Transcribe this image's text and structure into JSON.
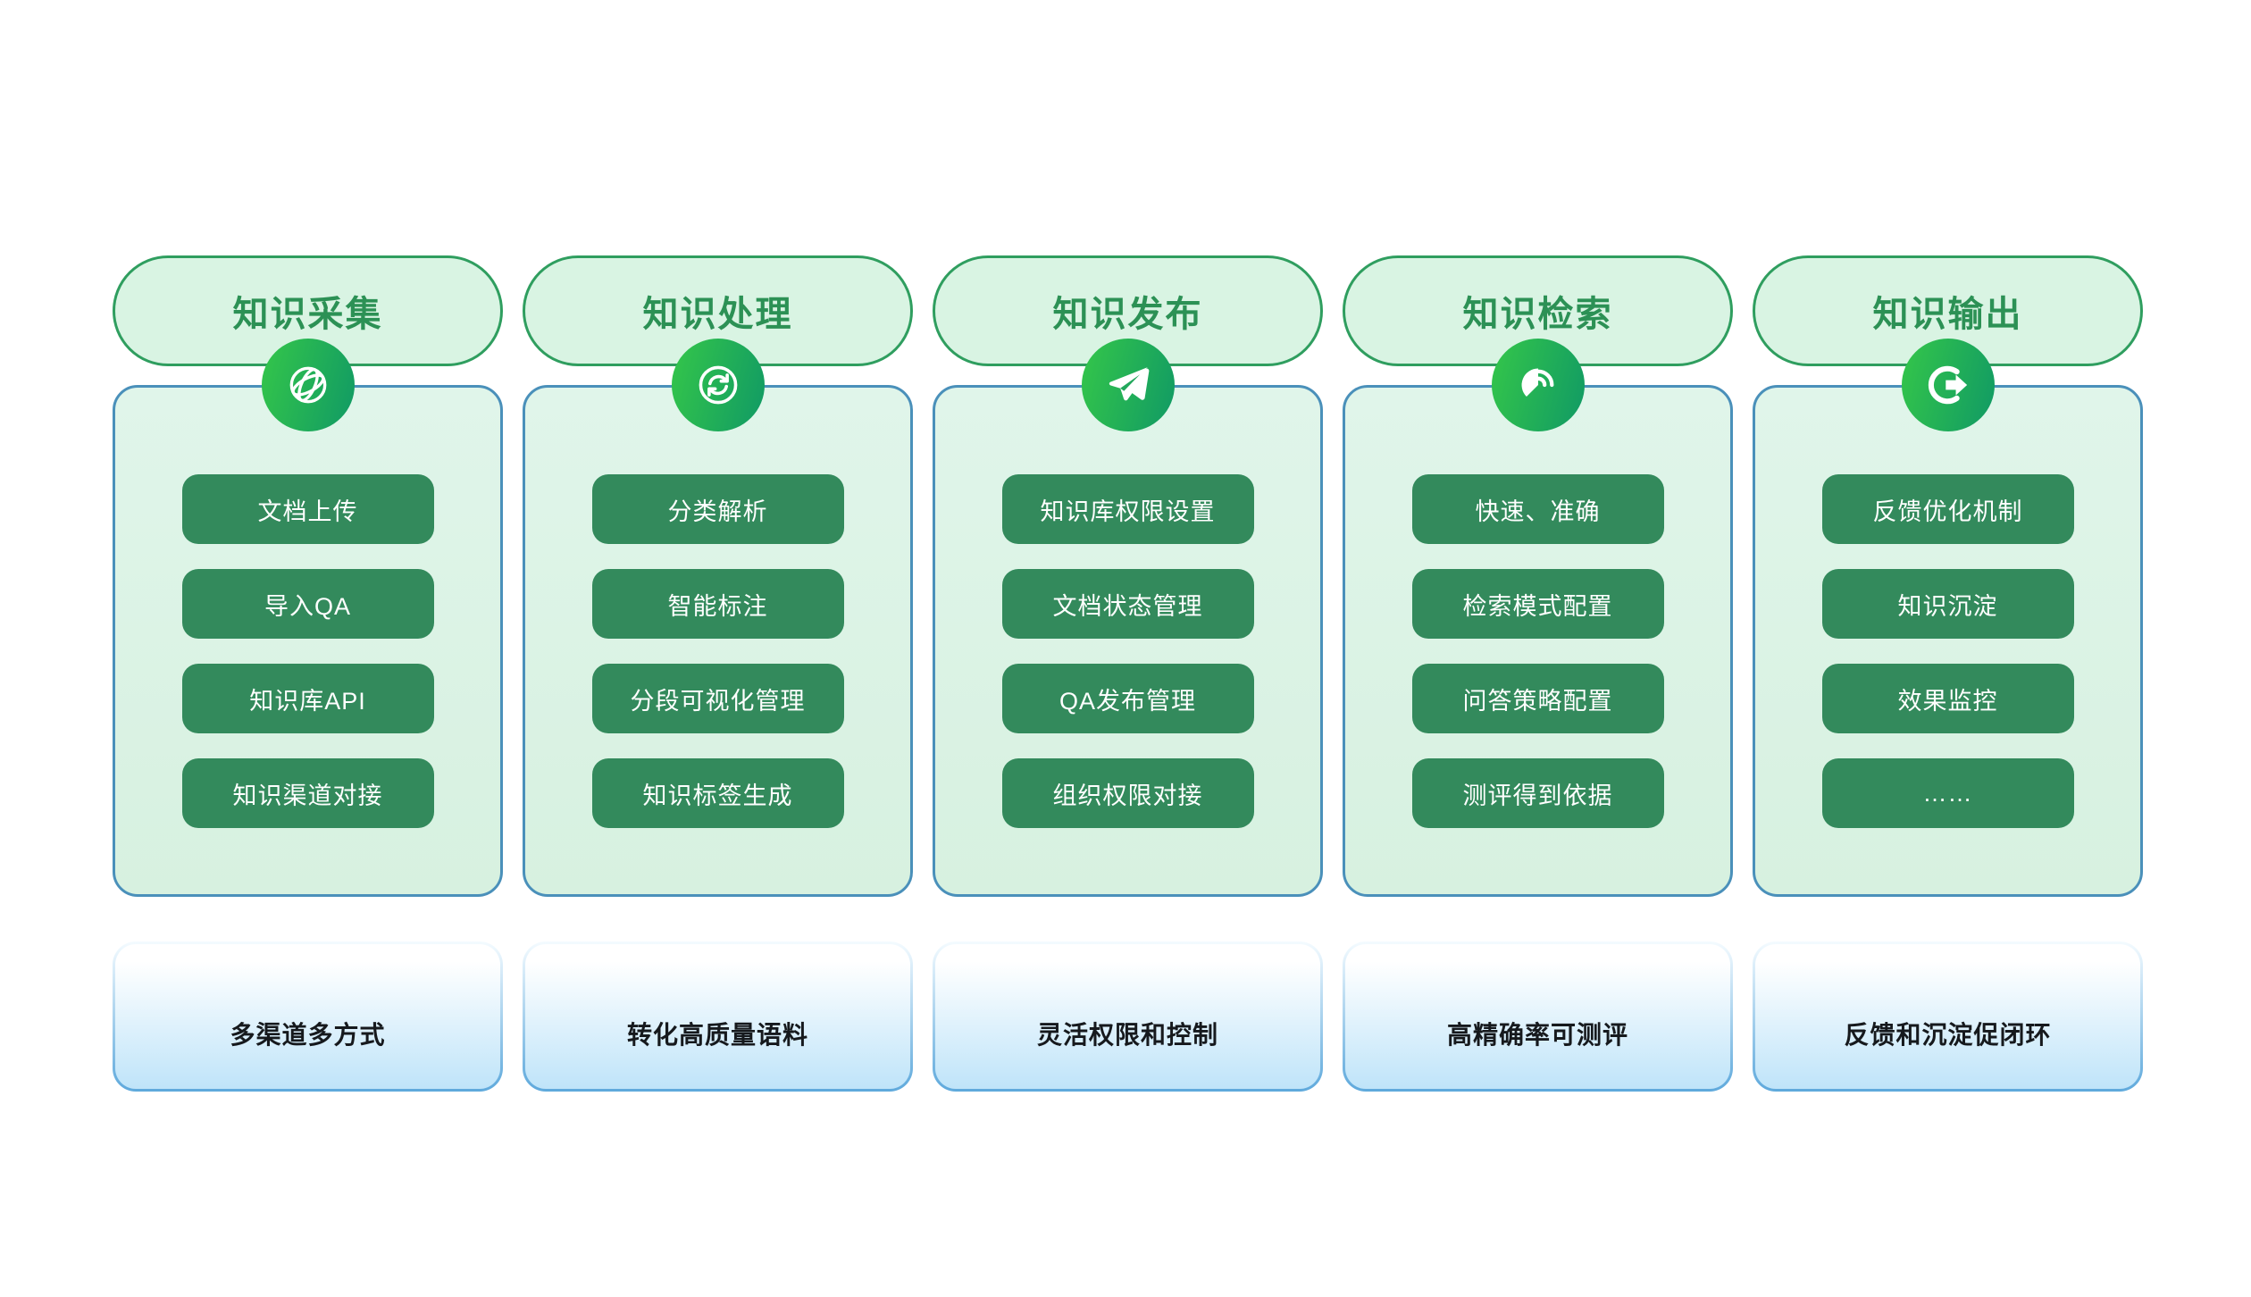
{
  "colors": {
    "pill_bg": "#d9f4e3",
    "pill_border": "#2f9e5f",
    "pill_text": "#2c9155",
    "card_bg_top": "#e0f5ea",
    "card_bg_bottom": "#d7f1e0",
    "card_border": "#4a90ba",
    "button_bg": "#338a5c",
    "button_text": "#ffffff",
    "badge_start": "#31c24c",
    "badge_end": "#149e62",
    "footer_top": "#ffffff",
    "footer_bottom": "#bfe4f9",
    "footer_border_top": "#f4fbff",
    "footer_border_bottom": "#5ea9dc",
    "footer_text": "#16191d"
  },
  "columns": [
    {
      "title": "知识采集",
      "icon": "globe-network-icon",
      "items": [
        "文档上传",
        "导入QA",
        "知识库API",
        "知识渠道对接"
      ],
      "caption": "多渠道多方式"
    },
    {
      "title": "知识处理",
      "icon": "sync-icon",
      "items": [
        "分类解析",
        "智能标注",
        "分段可视化管理",
        "知识标签生成"
      ],
      "caption": "转化高质量语料"
    },
    {
      "title": "知识发布",
      "icon": "paper-plane-icon",
      "items": [
        "知识库权限设置",
        "文档状态管理",
        "QA发布管理",
        "组织权限对接"
      ],
      "caption": "灵活权限和控制"
    },
    {
      "title": "知识检索",
      "icon": "radar-icon",
      "items": [
        "快速、准确",
        "检索模式配置",
        "问答策略配置",
        "测评得到依据"
      ],
      "caption": "高精确率可测评"
    },
    {
      "title": "知识输出",
      "icon": "export-arrow-icon",
      "items": [
        "反馈优化机制",
        "知识沉淀",
        "效果监控",
        "……"
      ],
      "caption": "反馈和沉淀促闭环"
    }
  ]
}
